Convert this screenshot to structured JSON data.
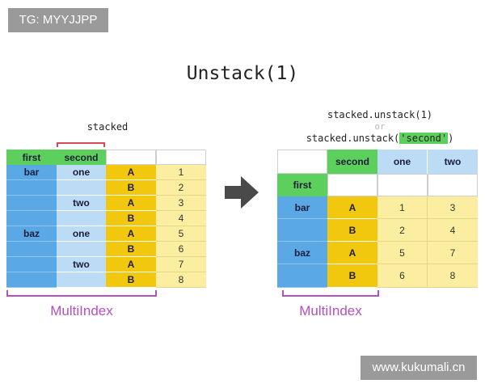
{
  "watermark_top": "TG: MYYJJPP",
  "watermark_bottom": "www.kukumali.cn",
  "title": "Unstack(1)",
  "stacked_label": "stacked",
  "code_line1": "stacked.unstack(1)",
  "code_or": "or",
  "code_line2_pre": "stacked.unstack(",
  "code_line2_arg": "'second'",
  "code_line2_post": ")",
  "left_table": {
    "headers": [
      "first",
      "second"
    ],
    "first_labels": [
      "bar",
      "baz"
    ],
    "second_labels": [
      "one",
      "two",
      "one",
      "two"
    ],
    "letters": [
      "A",
      "B",
      "A",
      "B",
      "A",
      "B",
      "A",
      "B"
    ],
    "values": [
      "1",
      "2",
      "3",
      "4",
      "5",
      "6",
      "7",
      "8"
    ]
  },
  "right_table": {
    "col_header": "second",
    "columns": [
      "one",
      "two"
    ],
    "row_header": "first",
    "rows": [
      {
        "first": "bar",
        "letter": "A",
        "one": "1",
        "two": "3"
      },
      {
        "first": "",
        "letter": "B",
        "one": "2",
        "two": "4"
      },
      {
        "first": "baz",
        "letter": "A",
        "one": "5",
        "two": "7"
      },
      {
        "first": "",
        "letter": "B",
        "one": "6",
        "two": "8"
      }
    ]
  },
  "multiindex_label": "MultiIndex"
}
